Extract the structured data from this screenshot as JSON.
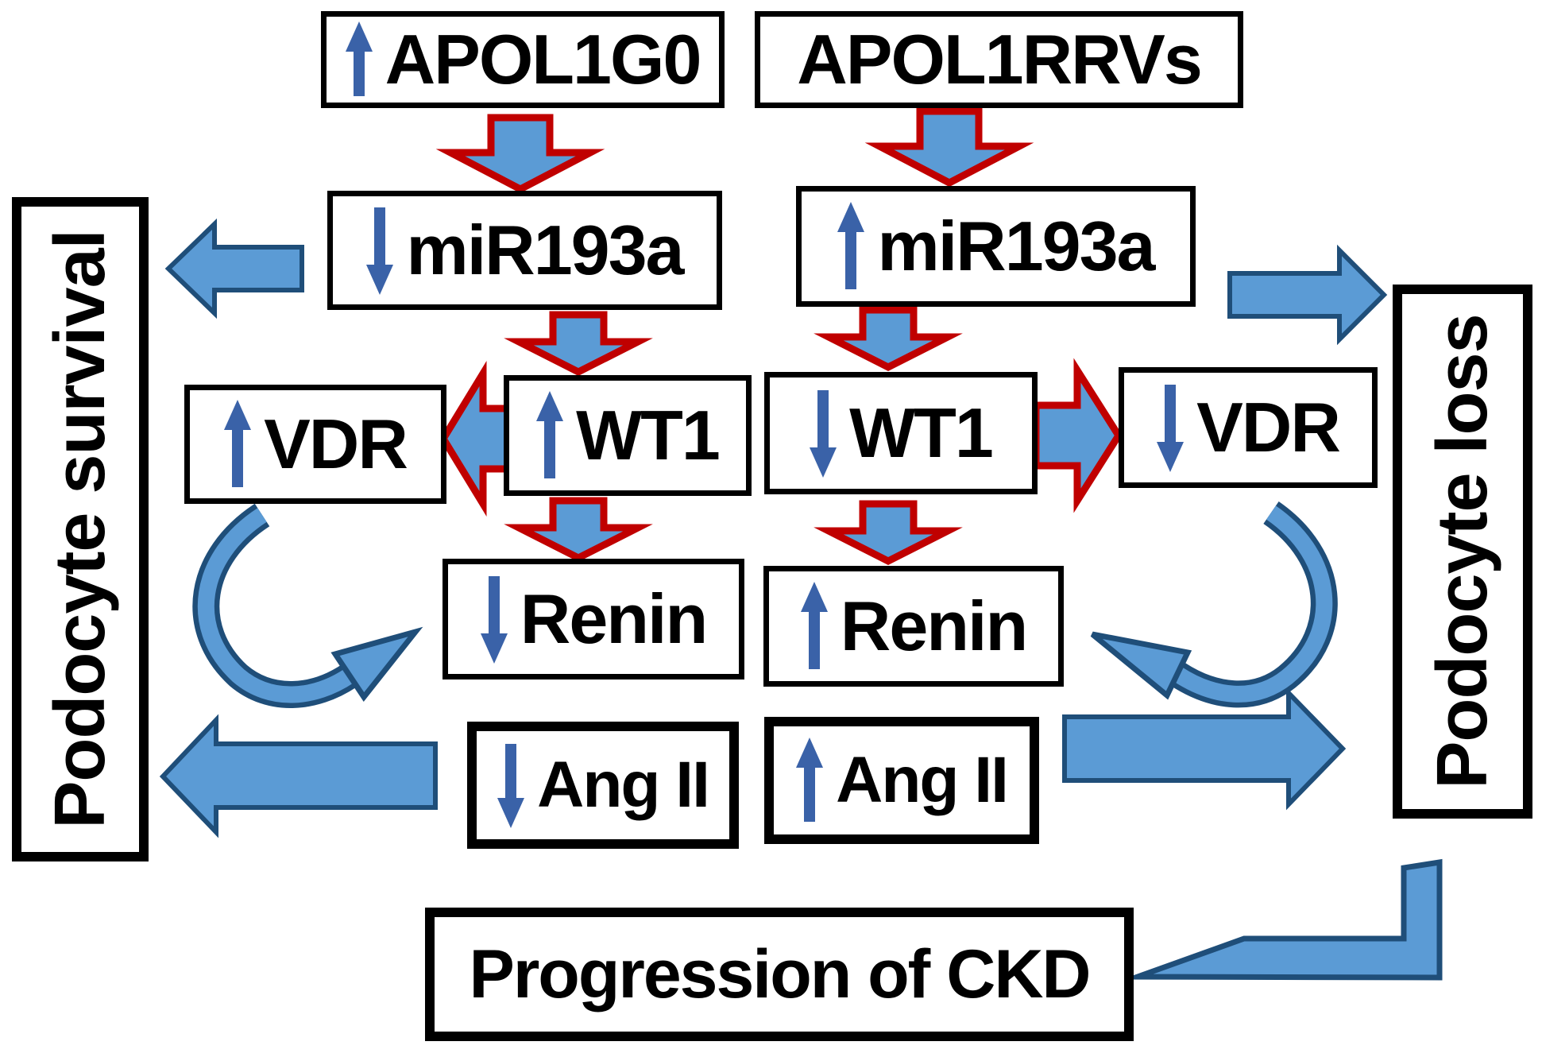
{
  "diagram_title": "APOL1 / miR193a / WT1 / VDR / Renin podocyte pathway",
  "colors": {
    "background": "#FFFFFF",
    "box_border": "#000000",
    "text": "#000000",
    "indicator_arrow_blue": "#3A62A8",
    "block_arrow_fill": "#5B9BD5",
    "block_arrow_outline": "#1F4E79",
    "red_arrow_outline": "#C00000"
  },
  "nodes": {
    "apol1g0": {
      "label": "APOL1G0",
      "indicator": "up"
    },
    "apol1rrvs": {
      "label": "APOL1RRVs",
      "indicator": "none"
    },
    "mir193a_left": {
      "label": "miR193a",
      "indicator": "down"
    },
    "mir193a_right": {
      "label": "miR193a",
      "indicator": "up"
    },
    "vdr_left": {
      "label": "VDR",
      "indicator": "up"
    },
    "wt1_left": {
      "label": "WT1",
      "indicator": "up"
    },
    "wt1_right": {
      "label": "WT1",
      "indicator": "down"
    },
    "vdr_right": {
      "label": "VDR",
      "indicator": "down"
    },
    "renin_left": {
      "label": "Renin",
      "indicator": "down"
    },
    "renin_right": {
      "label": "Renin",
      "indicator": "up"
    },
    "ang2_left": {
      "label": "Ang II",
      "indicator": "down"
    },
    "ang2_right": {
      "label": "Ang II",
      "indicator": "up"
    },
    "ckd": {
      "label": "Progression of CKD",
      "indicator": "none"
    },
    "survival": {
      "label": "Podocyte survival",
      "indicator": "none"
    },
    "loss": {
      "label": "Podocyte loss",
      "indicator": "none"
    }
  },
  "flows": [
    {
      "from": "apol1g0",
      "to": "mir193a_left",
      "style": "red-outline-block-down"
    },
    {
      "from": "apol1rrvs",
      "to": "mir193a_right",
      "style": "red-outline-block-down"
    },
    {
      "from": "mir193a_left",
      "to": "survival",
      "style": "blue-block-left"
    },
    {
      "from": "mir193a_right",
      "to": "loss",
      "style": "blue-block-right"
    },
    {
      "from": "mir193a_left",
      "to": "wt1_left",
      "style": "red-outline-block-down"
    },
    {
      "from": "mir193a_right",
      "to": "wt1_right",
      "style": "red-outline-block-down"
    },
    {
      "from": "wt1_left",
      "to": "vdr_left",
      "style": "red-outline-block-left"
    },
    {
      "from": "wt1_right",
      "to": "vdr_right",
      "style": "red-outline-block-right"
    },
    {
      "from": "wt1_left",
      "to": "renin_left",
      "style": "red-outline-block-down"
    },
    {
      "from": "wt1_right",
      "to": "renin_right",
      "style": "red-outline-block-down"
    },
    {
      "from": "vdr_left",
      "to": "renin_left",
      "style": "curved-blue"
    },
    {
      "from": "vdr_right",
      "to": "renin_right",
      "style": "curved-blue"
    },
    {
      "from": "ang2_left",
      "to": "survival",
      "style": "blue-block-left"
    },
    {
      "from": "ang2_right",
      "to": "loss",
      "style": "blue-block-right"
    },
    {
      "from": "loss",
      "to": "ckd",
      "style": "blue-elbow"
    }
  ],
  "icons": {
    "up-arrow": "blue upward arrow (triangle head + stem)",
    "down-arrow": "blue downward arrow (triangle head + stem)"
  }
}
